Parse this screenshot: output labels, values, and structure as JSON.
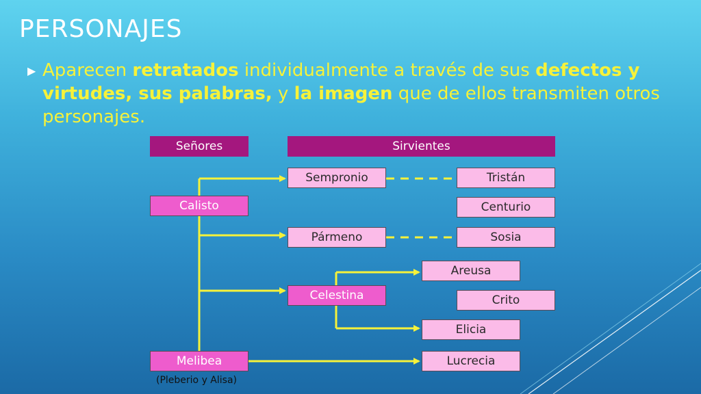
{
  "slide": {
    "title": "PERSONAJES",
    "bullet": {
      "segments": [
        {
          "text": "Aparecen ",
          "bold": false
        },
        {
          "text": "retratados",
          "bold": true
        },
        {
          "text": " individualmente a través de sus ",
          "bold": false
        },
        {
          "text": "defectos y virtudes, sus palabras,",
          "bold": true
        },
        {
          "text": " y ",
          "bold": false
        },
        {
          "text": "la imagen",
          "bold": true
        },
        {
          "text": " que de ellos transmiten otros personajes.",
          "bold": false
        }
      ]
    }
  },
  "diagram": {
    "headers": {
      "senores": "Señores",
      "sirvientes": "Sirvientes"
    },
    "nodes": {
      "calisto": "Calisto",
      "melibea": "Melibea",
      "celestina": "Celestina",
      "sempronio": "Sempronio",
      "parmeno": "Pármeno",
      "tristan": "Tristán",
      "centurio": "Centurio",
      "sosia": "Sosia",
      "areusa": "Areusa",
      "crito": "Crito",
      "elicia": "Elicia",
      "lucrecia": "Lucrecia"
    },
    "note": "(Pleberio y Alisa)",
    "colors": {
      "header": "#a4177e",
      "senor": "#ee5ccd",
      "siervo": "#fbbbe8",
      "connector": "#f6f23a",
      "text_highlight": "#f6f23a"
    }
  }
}
